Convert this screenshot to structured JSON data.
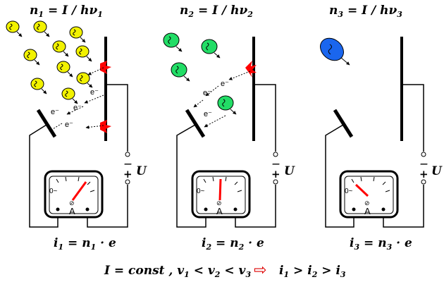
{
  "colors": {
    "photon_low": "#f2f200",
    "photon_mid": "#22dd66",
    "photon_high": "#1a66ee",
    "electron_hit": "#ff0000",
    "implication_arrow": "#dd0000"
  },
  "panels": [
    {
      "title": {
        "n": "n",
        "n_sub": "1",
        "eq": " = I / h",
        "nu": "ν",
        "nu_sub": "1"
      },
      "current": {
        "i": "i",
        "i_sub": "1",
        "eq": " = n",
        "n_sub": "1",
        "e": " · e"
      },
      "photon_count": 10,
      "electron_labels": [
        "e⁻",
        "e⁻",
        "e⁻",
        "e⁻"
      ],
      "meter_deflection": 0.7
    },
    {
      "title": {
        "n": "n",
        "n_sub": "2",
        "eq": " = I / h",
        "nu": "ν",
        "nu_sub": "2"
      },
      "current": {
        "i": "i",
        "i_sub": "2",
        "eq": " = n",
        "n_sub": "2",
        "e": " · e"
      },
      "photon_count": 4,
      "electron_labels": [
        "e⁻",
        "e⁻",
        "e⁻"
      ],
      "meter_deflection": 0.48
    },
    {
      "title": {
        "n": "n",
        "n_sub": "3",
        "eq": " = I / h",
        "nu": "ν",
        "nu_sub": "3"
      },
      "current": {
        "i": "i",
        "i_sub": "3",
        "eq": " = n",
        "n_sub": "3",
        "e": " · e"
      },
      "photon_count": 1,
      "electron_labels": [],
      "meter_deflection": 0.18
    }
  ],
  "meter": {
    "zero_label": "0~",
    "unit": "A",
    "null_symbol": "⊘"
  },
  "voltage": {
    "minus": "—",
    "plus": "+",
    "label": "U"
  },
  "bottom": {
    "intensity": "I = const ,  ",
    "v1": "v",
    "v1_sub": "1",
    "lt1": " < ",
    "v2": "v",
    "v2_sub": "2",
    "lt2": " < ",
    "v3": "v",
    "v3_sub": "3",
    "arrow": "⇨",
    "i1": "i",
    "i1_sub": "1",
    "gt1": " > ",
    "i2": "i",
    "i2_sub": "2",
    "gt2": " > ",
    "i3": "i",
    "i3_sub": "3"
  }
}
